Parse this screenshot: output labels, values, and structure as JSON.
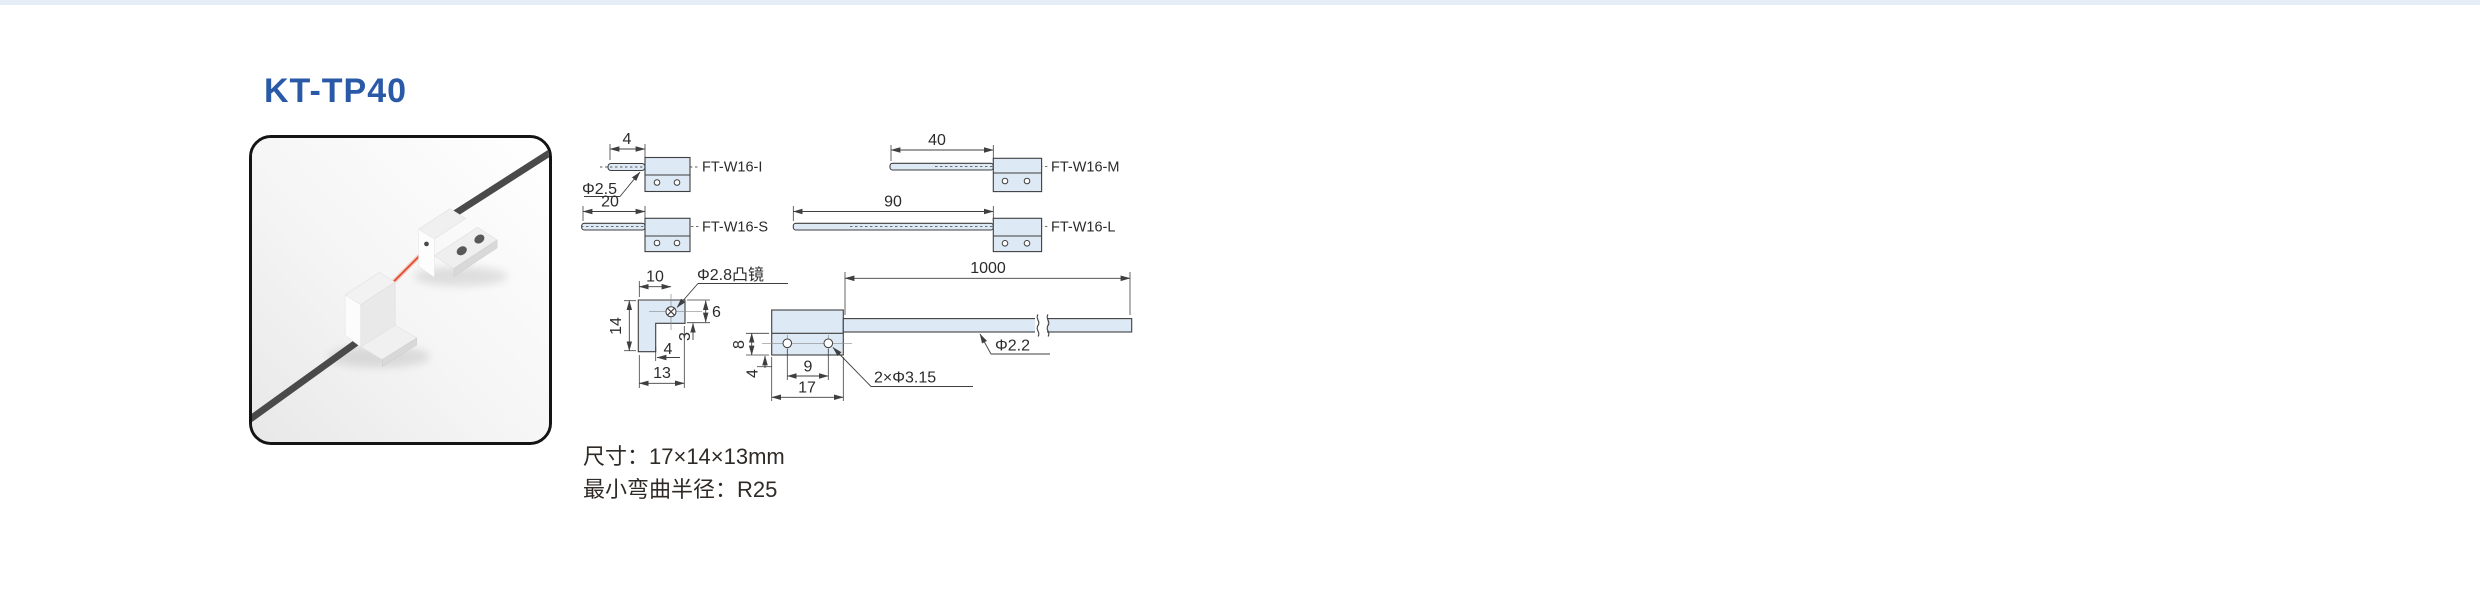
{
  "page": {
    "title": "KT-TP40"
  },
  "colors": {
    "accent_blue": "#2a5aa7",
    "drawing_fill": "#dde9f5",
    "line_dark": "#3f3f3f",
    "beam_red": "#e64a2a",
    "cable_gray": "#4a4a4a"
  },
  "drawings": {
    "variants": [
      {
        "label": "FT-W16-I",
        "tip_length_mm": "4",
        "tip_diameter": "Φ2.5"
      },
      {
        "label": "FT-W16-M",
        "tip_length_mm": "40"
      },
      {
        "label": "FT-W16-S",
        "tip_length_mm": "20"
      },
      {
        "label": "FT-W16-L",
        "tip_length_mm": "90"
      }
    ],
    "side_view": {
      "top_width": "10",
      "lens_label": "Φ2.8凸镜",
      "height": "14",
      "lens_center_depth": "6",
      "lens_step": "3",
      "leg_width": "4",
      "total_width": "13"
    },
    "front_view": {
      "fiber_length": "1000",
      "fiber_diameter": "Φ2.2",
      "mount_holes": "2×Φ3.15",
      "body_height": "8",
      "hole_offset": "4",
      "hole_spacing": "9",
      "body_width": "17"
    }
  },
  "specs": {
    "dimensions": "尺寸：17×14×13mm",
    "min_bend_radius": "最小弯曲半径：R25"
  }
}
